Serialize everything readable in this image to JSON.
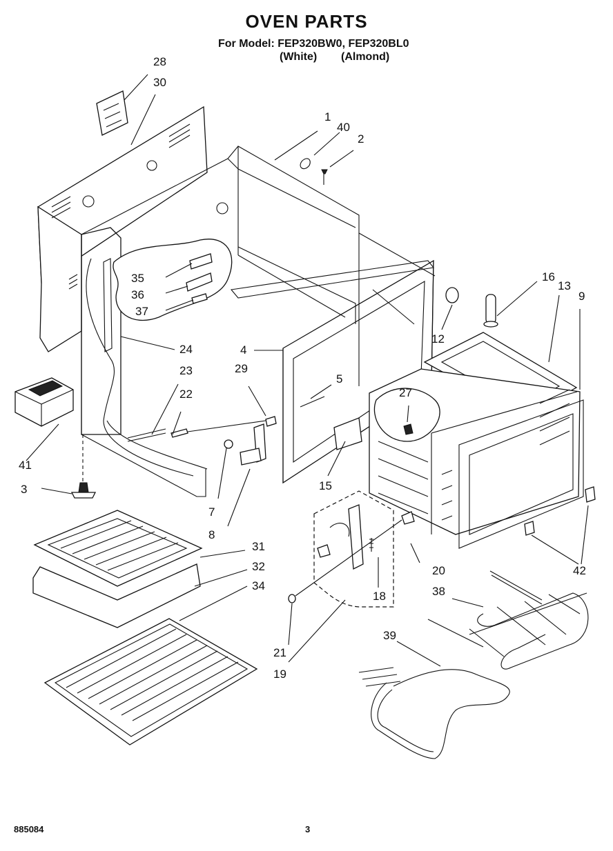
{
  "title": "OVEN PARTS",
  "model_line": "For Model: FEP320BW0, FEP320BL0",
  "variants": [
    "(White)",
    "(Almond)"
  ],
  "footer": {
    "doc_number": "885084",
    "page": "3"
  },
  "callouts": [
    "1",
    "2",
    "3",
    "4",
    "5",
    "7",
    "8",
    "9",
    "12",
    "13",
    "15",
    "16",
    "18",
    "19",
    "20",
    "21",
    "22",
    "23",
    "24",
    "27",
    "28",
    "29",
    "30",
    "31",
    "32",
    "34",
    "35",
    "36",
    "37",
    "38",
    "39",
    "40",
    "41",
    "42"
  ]
}
